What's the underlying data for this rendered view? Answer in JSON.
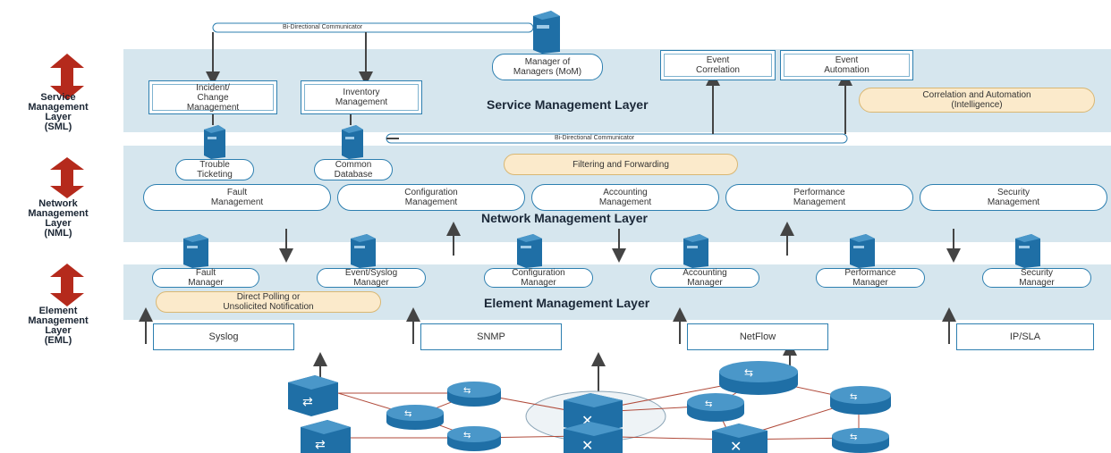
{
  "layers": {
    "sml": {
      "side_label": "Service\nManagement\nLayer\n(SML)",
      "title": "Service Management Layer"
    },
    "nml": {
      "side_label": "Network\nManagement\nLayer\n(NML)",
      "title": "Network Management Layer"
    },
    "eml": {
      "side_label": "Element\nManagement\nLayer\n(EML)",
      "title": "Element Management Layer"
    }
  },
  "sml": {
    "top_comm": "Bi-Directional Communicator",
    "bottom_comm": "Bi-Directional Communicator",
    "incident": "Incident/\nChange\nManagement",
    "inventory": "Inventory\nManagement",
    "mom": "Manager of\nManagers (MoM)",
    "event_correlation": "Event\nCorrelation",
    "event_automation": "Event\nAutomation",
    "correlation_note": "Correlation and Automation\n(Intelligence)"
  },
  "nml": {
    "trouble": "Trouble\nTicketing",
    "common_db": "Common\nDatabase",
    "filtering": "Filtering and Forwarding",
    "functions": [
      "Fault\nManagement",
      "Configuration\nManagement",
      "Accounting\nManagement",
      "Performance\nManagement",
      "Security\nManagement"
    ]
  },
  "eml": {
    "managers": [
      "Fault\nManager",
      "Event/Syslog\nManager",
      "Configuration\nManager",
      "Accounting\nManager",
      "Performance\nManager",
      "Security\nManager"
    ],
    "polling_note": "Direct Polling or\nUnsolicited Notification",
    "protocols": [
      "Syslog",
      "SNMP",
      "NetFlow",
      "IP/SLA"
    ]
  },
  "colors": {
    "band": "#d6e6ee",
    "accent": "#2d7fb0",
    "red": "#b52a1c",
    "tan": "#fbeacb",
    "device": "#1f6fa6"
  }
}
